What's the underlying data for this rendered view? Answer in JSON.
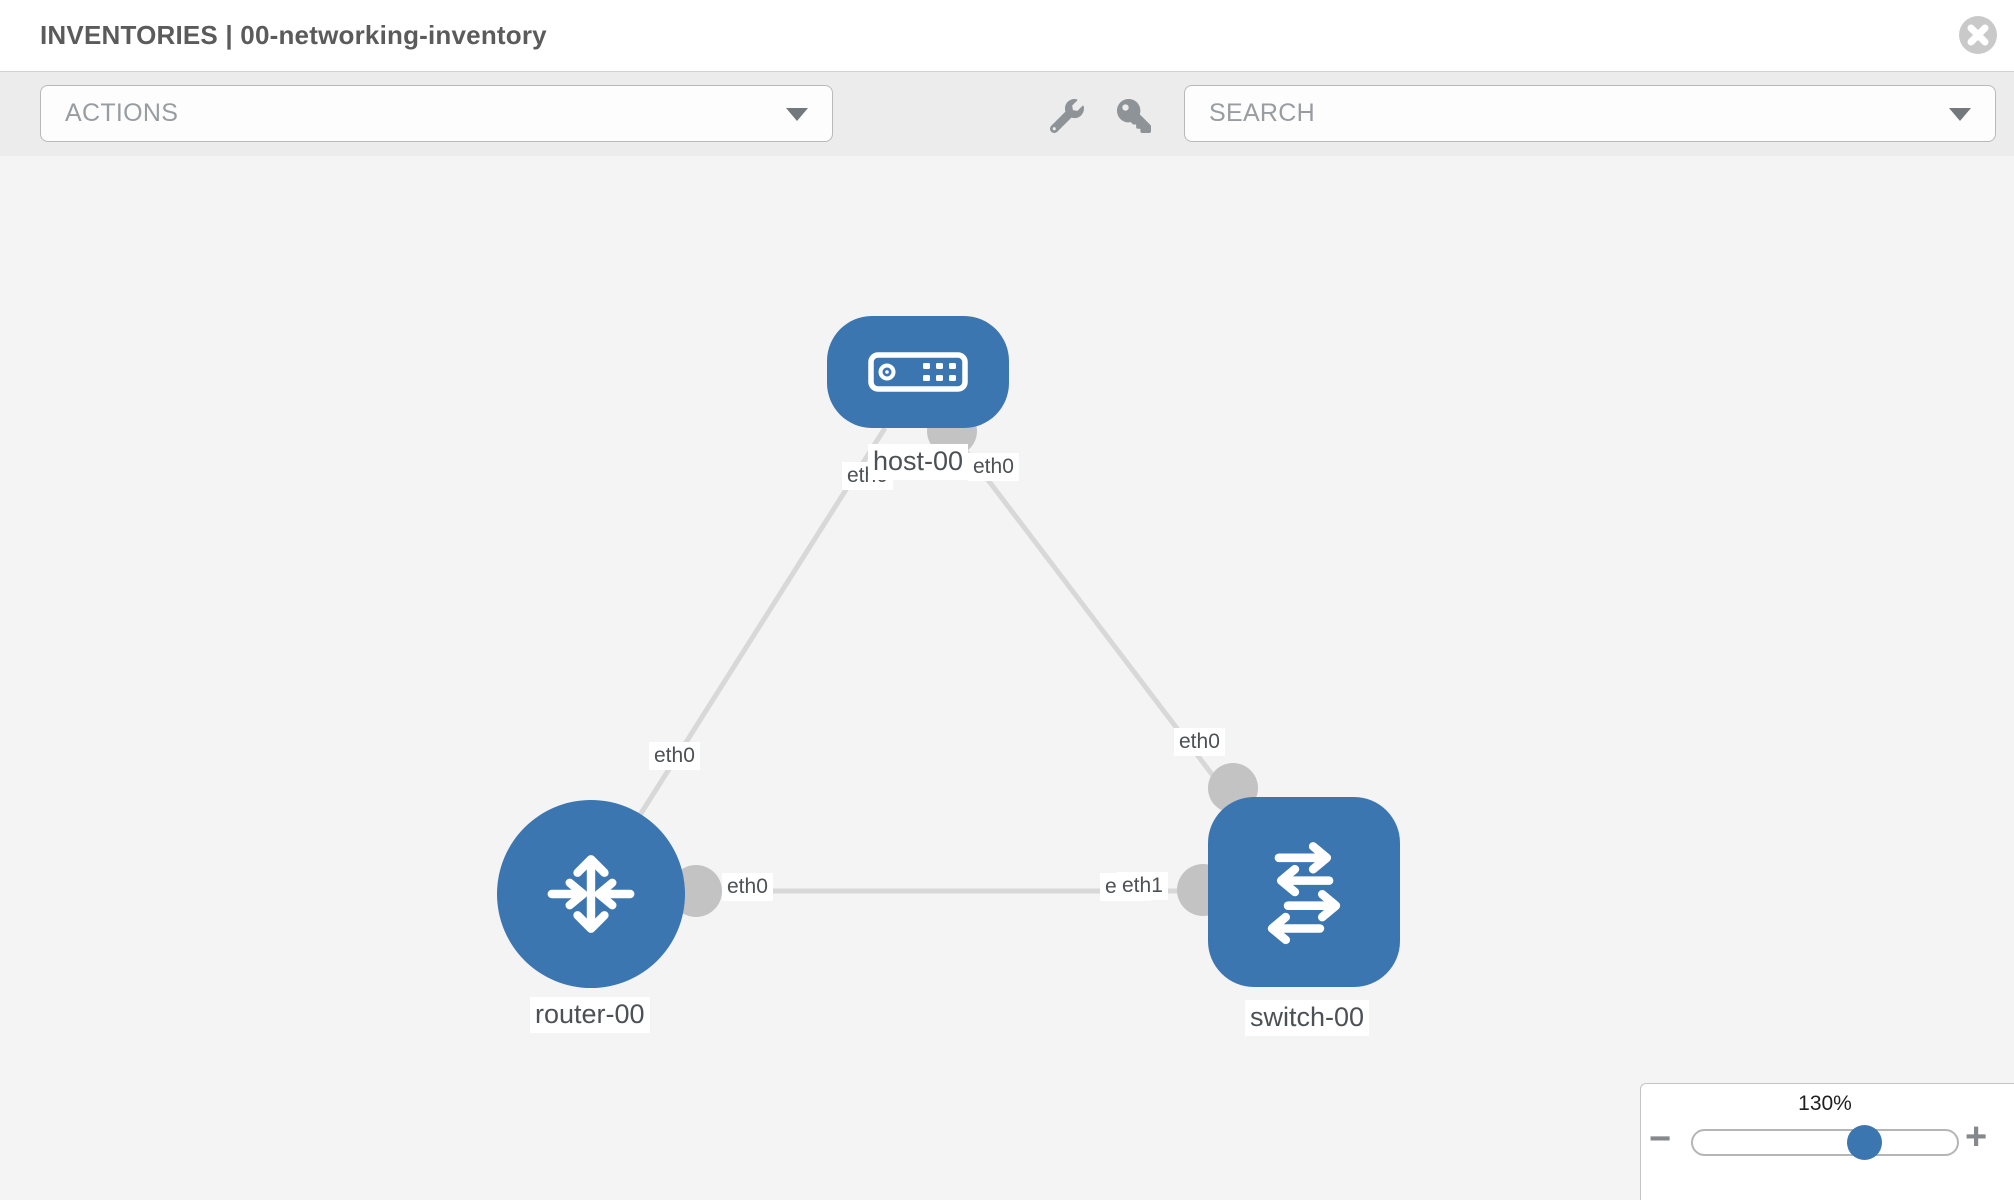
{
  "header": {
    "title": "INVENTORIES | 00-networking-inventory"
  },
  "toolbar": {
    "actions_label": "ACTIONS",
    "search_label": "SEARCH",
    "icons": [
      "wrench-icon",
      "key-icon"
    ]
  },
  "topology": {
    "nodes": [
      {
        "id": "host-00",
        "type": "host",
        "label": "host-00"
      },
      {
        "id": "router-00",
        "type": "router",
        "label": "router-00"
      },
      {
        "id": "switch-00",
        "type": "switch",
        "label": "switch-00"
      }
    ],
    "links": [
      {
        "from": "host-00",
        "from_interface": "eth0",
        "to": "router-00",
        "to_interface": "eth0"
      },
      {
        "from": "host-00",
        "from_interface": "eth0",
        "to": "switch-00",
        "to_interface": "eth0"
      },
      {
        "from": "router-00",
        "from_interface": "eth0",
        "to": "switch-00",
        "to_interface": "eth1",
        "to_interface_overlapped": "eth1"
      }
    ]
  },
  "zoom_control": {
    "level": "130%",
    "zoom_out_label": "−",
    "zoom_in_label": "+"
  },
  "colors": {
    "node_blue": "#3b76b1",
    "link_gray": "#d8d8d8",
    "port_gray": "#c3c3c3",
    "toolbar_gray": "#ececec",
    "canvas_gray": "#f4f4f5",
    "icon_gray": "#8e9397"
  }
}
